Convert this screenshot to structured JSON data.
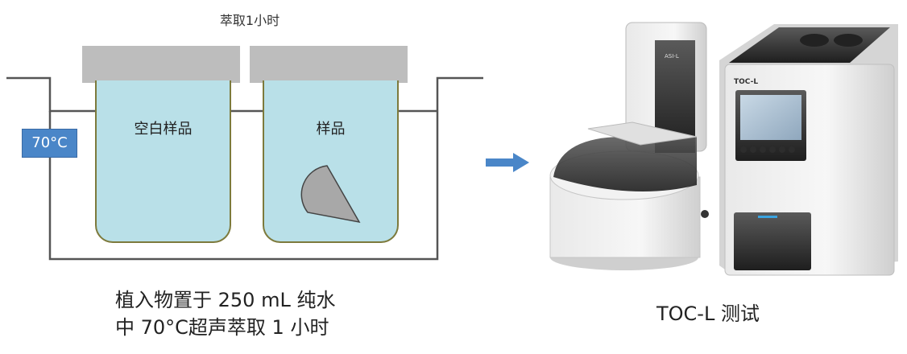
{
  "left_panel": {
    "title": "萃取1小时",
    "temperature_label": "70°C",
    "blank_beaker_label": "空白样品",
    "sample_beaker_label": "样品",
    "caption_line1": "植入物置于 250 mL 纯水",
    "caption_line2": "中 70°C超声萃取 1 小时"
  },
  "right_panel": {
    "instrument_brand_text": "TOC-L",
    "caption": "TOC-L 测试"
  },
  "colors": {
    "water": "#b9e0e8",
    "lid": "#bdbdbd",
    "temperature_badge": "#4a86c8",
    "arrow": "#4a86c8",
    "sample_piece": "#a8a8a8"
  }
}
